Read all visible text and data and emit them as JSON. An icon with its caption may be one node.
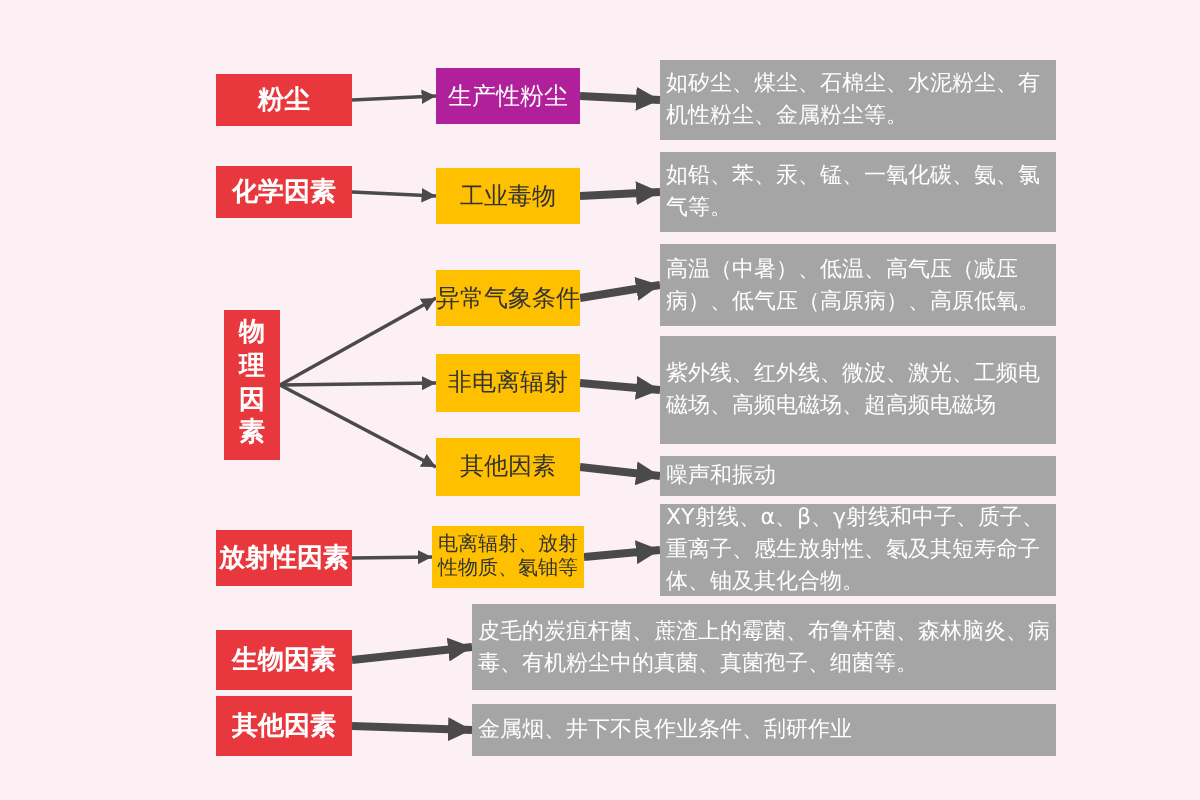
{
  "diagram": {
    "nodes": [
      {
        "text": [
          "粉尘"
        ]
      },
      {
        "text": [
          "生产性粉尘"
        ]
      },
      {
        "text": [
          "如矽尘、煤尘、石棉尘、水泥粉尘、有机性粉尘、金属粉尘等。"
        ]
      },
      {
        "text": [
          "化学因素"
        ]
      },
      {
        "text": [
          "工业毒物"
        ]
      },
      {
        "text": [
          "如铅、苯、汞、锰、一氧化碳、氨、氯气等。"
        ]
      },
      {
        "text": [
          "物理因素"
        ]
      },
      {
        "text": [
          "异常气象条件"
        ]
      },
      {
        "text": [
          "高温（中暑）、低温、高气压（减压病）、低气压（高原病）、高原低氧。"
        ]
      },
      {
        "text": [
          "非电离辐射"
        ]
      },
      {
        "text": [
          "紫外线、红外线、微波、激光、工频电磁场、高频电磁场、超高频电磁场"
        ]
      },
      {
        "text": [
          "其他因素"
        ]
      },
      {
        "text": [
          "噪声和振动"
        ]
      },
      {
        "text": [
          "放射性因素"
        ]
      },
      {
        "text": [
          "电离辐射、放射性物质、氡铀等"
        ]
      },
      {
        "text": [
          "XY射线、α、β、γ射线和中子、质子、重离子、感生放射性、氡及其短寿命子体、铀及其化合物。"
        ]
      },
      {
        "text": [
          "生物因素"
        ]
      },
      {
        "text": [
          "皮毛的炭疽杆菌、蔗渣上的霉菌、布鲁杆菌、森林脑炎、病毒、有机粉尘中的真菌、真菌孢子、细菌等。"
        ]
      },
      {
        "text": [
          "其他因素"
        ]
      },
      {
        "text": [
          "金属烟、井下不良作业条件、刮研作业"
        ]
      }
    ],
    "edges": [
      {
        "from": 0,
        "to": 1,
        "arrow": "to"
      },
      {
        "from": 1,
        "to": 2,
        "arrow": "to"
      },
      {
        "from": 3,
        "to": 4,
        "arrow": "to"
      },
      {
        "from": 4,
        "to": 5,
        "arrow": "to"
      },
      {
        "from": 6,
        "to": 7,
        "arrow": "to"
      },
      {
        "from": 7,
        "to": 8,
        "arrow": "to"
      },
      {
        "from": 6,
        "to": 9,
        "arrow": "to"
      },
      {
        "from": 9,
        "to": 10,
        "arrow": "to"
      },
      {
        "from": 6,
        "to": 11,
        "arrow": "to"
      },
      {
        "from": 11,
        "to": 12,
        "arrow": "to"
      },
      {
        "from": 13,
        "to": 14,
        "arrow": "to"
      },
      {
        "from": 14,
        "to": 15,
        "arrow": "to"
      },
      {
        "from": 16,
        "to": 17,
        "arrow": "to"
      },
      {
        "from": 18,
        "to": 19,
        "arrow": "to"
      }
    ]
  }
}
